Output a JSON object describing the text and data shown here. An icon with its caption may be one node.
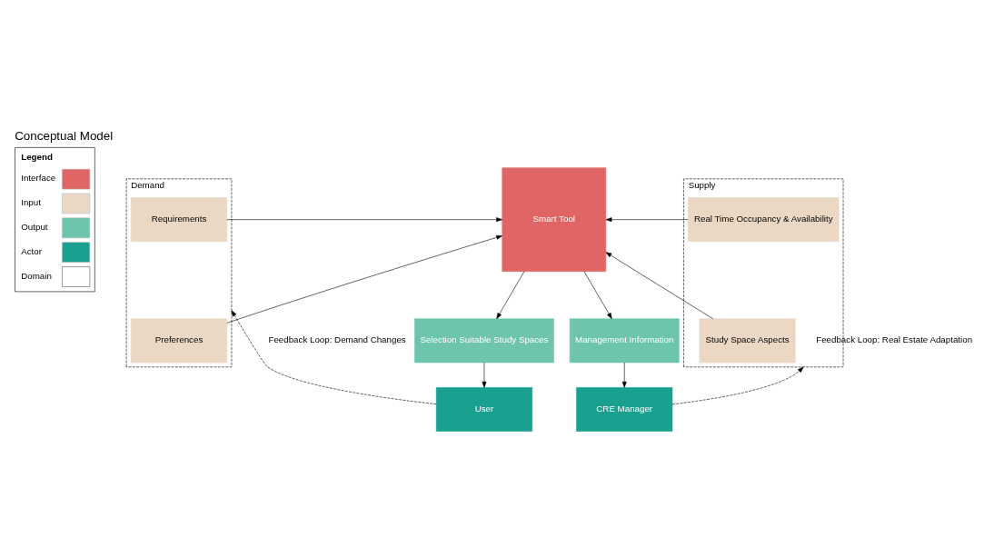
{
  "diagram": {
    "title": "Conceptual Model",
    "nodes": [
      {
        "text": [
          "Demand"
        ]
      },
      {
        "text": [
          "Requirements"
        ],
        "in": 0
      },
      {
        "text": [
          "Preferences"
        ],
        "in": 0
      },
      {
        "text": [
          "Smart Tool"
        ]
      },
      {
        "text": [
          "Supply"
        ]
      },
      {
        "text": [
          "Real Time Occupancy & Availability"
        ],
        "in": 4
      },
      {
        "text": [
          "Study Space Aspects"
        ],
        "in": 4
      },
      {
        "text": [
          "Selection Suitable Study Spaces"
        ]
      },
      {
        "text": [
          "Management Information"
        ]
      },
      {
        "text": [
          "User"
        ]
      },
      {
        "text": [
          "CRE Manager"
        ]
      }
    ],
    "edges": [
      {
        "from": 1,
        "to": 3,
        "arrow": "to"
      },
      {
        "from": 2,
        "to": 3,
        "arrow": "to"
      },
      {
        "from": 5,
        "to": 3,
        "arrow": "to"
      },
      {
        "from": 6,
        "to": 3,
        "arrow": "to"
      },
      {
        "from": 3,
        "to": 7,
        "arrow": "to"
      },
      {
        "from": 3,
        "to": 8,
        "arrow": "to"
      },
      {
        "from": 7,
        "to": 9,
        "arrow": "to"
      },
      {
        "from": 8,
        "to": 10,
        "arrow": "to"
      },
      {
        "from": 9,
        "to": 0,
        "arrow": "to",
        "style": "dashed",
        "label": "Feedback Loop: Demand Changes"
      },
      {
        "from": 10,
        "to": 4,
        "arrow": "to",
        "style": "dashed",
        "label": "Feedback Loop: Real Estate Adaptation"
      }
    ],
    "labels": [
      "Legend"
    ],
    "legend": [
      {
        "text": "Interface",
        "color": "#e06666"
      },
      {
        "text": "Input",
        "color": "#ead8c4"
      },
      {
        "text": "Output",
        "color": "#6cc5ac"
      },
      {
        "text": "Actor",
        "color": "#19a08f"
      },
      {
        "text": "Domain"
      }
    ]
  }
}
